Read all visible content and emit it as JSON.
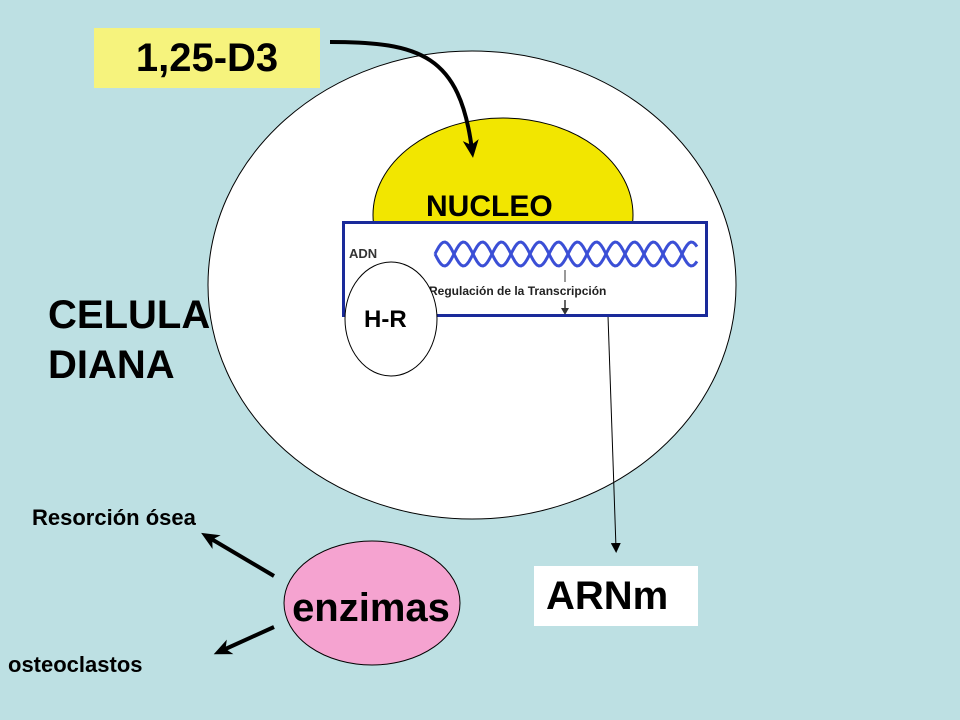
{
  "hormone": {
    "label": "1,25-D3",
    "color": "#f6f37d"
  },
  "cell": {
    "label": "CELULA DIANA",
    "color": "#ffffff"
  },
  "nucleus": {
    "label": "NUCLEO",
    "color": "#f2e600"
  },
  "receptor": {
    "label": "H-R"
  },
  "dna_panel": {
    "tag": "ADN",
    "caption": "Regulación de la Transcripción",
    "border_color": "#1a2a9a",
    "helix_color": "#3b4fd6"
  },
  "mrna": {
    "label": "ARNm"
  },
  "enzymes": {
    "label": "enzimas",
    "color": "#f5a3d0"
  },
  "effects": {
    "resorption": "Resorción ósea",
    "osteoclasts": "osteoclastos"
  },
  "background_color": "#bde0e3"
}
